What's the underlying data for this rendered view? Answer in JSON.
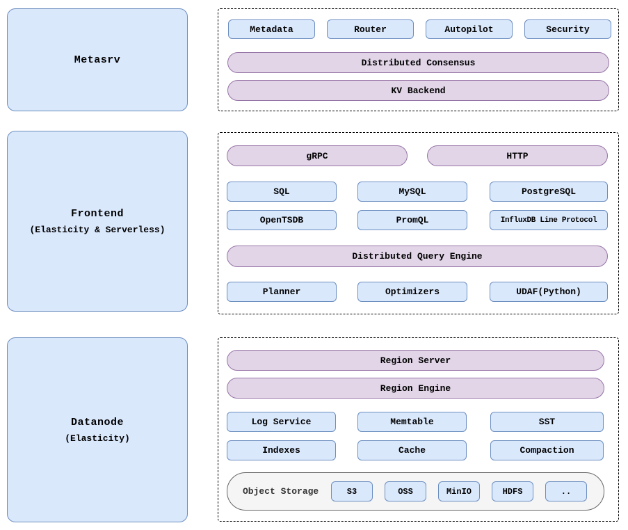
{
  "palette": {
    "blue_fill": "#dae8fc",
    "blue_stroke": "#6c8ebf",
    "purple_fill": "#e1d5e7",
    "purple_stroke": "#9673a6",
    "gray_fill": "#f5f5f5",
    "gray_stroke": "#666666",
    "panel_border": "#000000",
    "text": "#000000"
  },
  "metasrv": {
    "title": "Metasrv",
    "components": [
      "Metadata",
      "Router",
      "Autopilot",
      "Security"
    ],
    "pills": [
      "Distributed Consensus",
      "KV Backend"
    ]
  },
  "frontend": {
    "title": "Frontend",
    "subtitle": "(Elasticity & Serverless)",
    "entry_pills": [
      "gRPC",
      "HTTP"
    ],
    "protocols_row1": [
      "SQL",
      "MySQL",
      "PostgreSQL"
    ],
    "protocols_row2": [
      "OpenTSDB",
      "PromQL",
      "InfluxDB Line Protocol"
    ],
    "engine_pill": "Distributed Query Engine",
    "engine_components": [
      "Planner",
      "Optimizers",
      "UDAF(Python)"
    ]
  },
  "datanode": {
    "title": "Datanode",
    "subtitle": "(Elasticity)",
    "pills": [
      "Region Server",
      "Region Engine"
    ],
    "components_row1": [
      "Log Service",
      "Memtable",
      "SST"
    ],
    "components_row2": [
      "Indexes",
      "Cache",
      "Compaction"
    ],
    "object_storage": {
      "label": "Object Storage",
      "backends": [
        "S3",
        "OSS",
        "MinIO",
        "HDFS",
        ".."
      ]
    }
  }
}
